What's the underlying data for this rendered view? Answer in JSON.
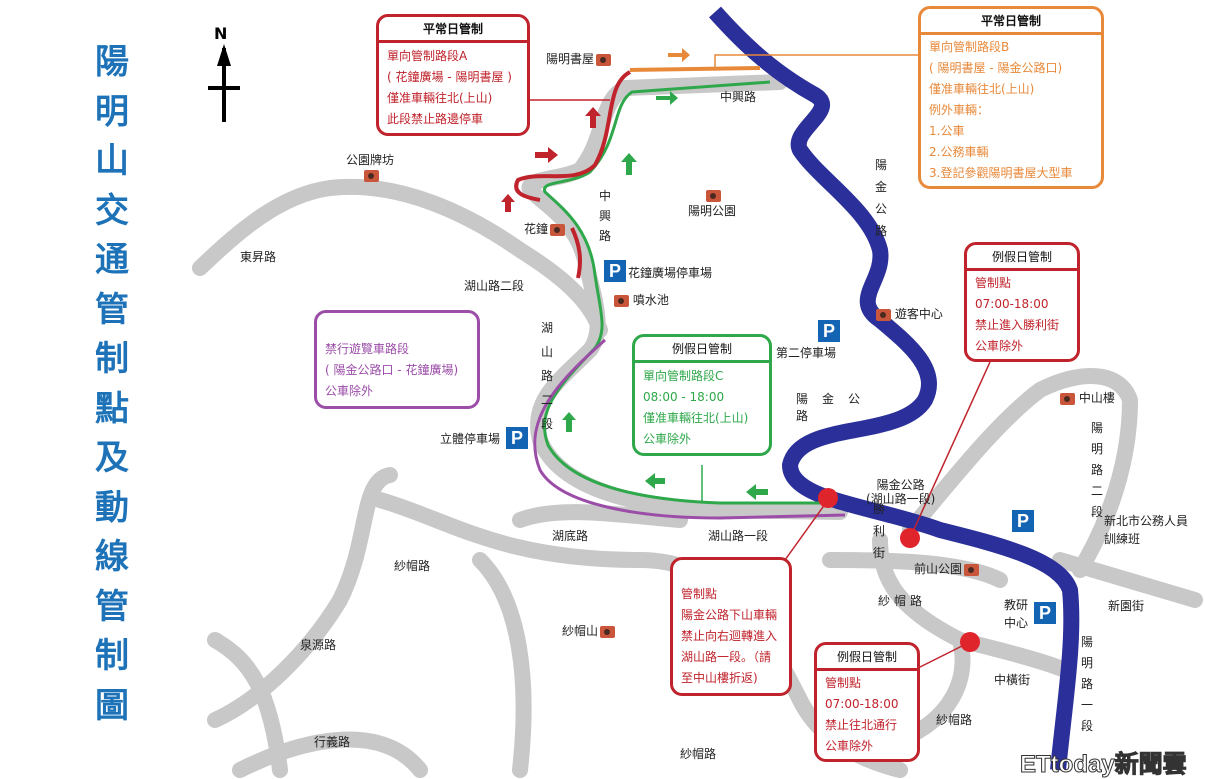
{
  "title": "陽明山交通管制點及動線管制圖",
  "north": "N",
  "labels": {
    "yangming_shuwu": "陽明書屋",
    "zhongxing_lu": "中興路",
    "gongyuan_paifang": "公園牌坊",
    "dongsheng_lu": "東昇路",
    "huazhong": "花鐘",
    "zhongxing_lu_v": "中興路",
    "yangming_gongyuan": "陽明公園",
    "huazhong_parking": "花鐘廣場停車場",
    "penshuichi": "噴水池",
    "hushan_lu_2": "湖山路二段",
    "hushan_lu_2_v": "湖山路二段",
    "yangjin_gonglu_v1": "陽金公路",
    "youke_zhongxin": "遊客中心",
    "di_er_parking": "第二停車場",
    "liti_parking": "立體停車場",
    "yangjin_gonglu_v2": "陽金公路",
    "zhongshan_lou": "中山樓",
    "yangming_lu_2": "陽明路二段",
    "yangjin_hushan": "陽金公路\n(湖山路一段)",
    "hudi_lu": "湖底路",
    "hushan_lu_1": "湖山路一段",
    "shengli_jie": "勝利街",
    "qianshan_gongyuan": "前山公園",
    "xinbei_training": "新北市公務人員\n訓練班",
    "shamao_lu_1": "紗帽路",
    "shamao_lu_v": "紗帽路",
    "jiaoyan_zhongxin": "教研\n中心",
    "xinyuan_jie": "新園街",
    "shamao_shan": "紗帽山",
    "quanyuan_lu": "泉源路",
    "zhongheng_jie": "中橫街",
    "yangming_lu_1": "陽明路一段",
    "shamao_lu_2": "紗帽路",
    "xingyi_lu": "行義路",
    "shamao_lu_3": "紗帽路"
  },
  "parking": "P",
  "boxes": {
    "a": {
      "header": "平常日管制",
      "lines": [
        "單向管制路段A",
        "( 花鐘廣場 - 陽明書屋 )",
        "僅准車輛往北(上山)",
        "此段禁止路邊停車"
      ]
    },
    "b": {
      "header": "平常日管制",
      "lines": [
        "單向管制路段B",
        "( 陽明書屋 - 陽金公路口)",
        "僅准車輛往北(上山)",
        "例外車輛：",
        "1.公車",
        "2.公務車輛",
        "3.登記參觀陽明書屋大型車"
      ]
    },
    "holiday_top": {
      "header": "例假日管制",
      "lines": [
        "管制點",
        "07:00-18:00",
        "禁止進入勝利街",
        "公車除外"
      ]
    },
    "purple": {
      "lines": [
        "禁行遊覽車路段",
        "( 陽金公路口 - 花鐘廣場)",
        "公車除外"
      ]
    },
    "c": {
      "header": "例假日管制",
      "lines": [
        "單向管制路段C",
        "08:00 - 18:00",
        "僅准車輛往北(上山)",
        "公車除外"
      ]
    },
    "checkpoint": {
      "lines": [
        "管制點",
        "陽金公路下山車輛",
        "禁止向右迴轉進入",
        "湖山路一段。（請",
        "至中山樓折返)"
      ]
    },
    "holiday_bottom": {
      "header": "例假日管制",
      "lines": [
        "管制點",
        "07:00-18:00",
        "禁止往北通行",
        "公車除外"
      ]
    }
  },
  "watermark": "ETtoday新聞雲",
  "colors": {
    "blue_road": "#2b2f9a",
    "green": "#2ea84a",
    "red": "#c0232c",
    "orange": "#e8893a",
    "purple": "#9b4da8",
    "road": "#c8c8c8",
    "title": "#1e73b8"
  }
}
